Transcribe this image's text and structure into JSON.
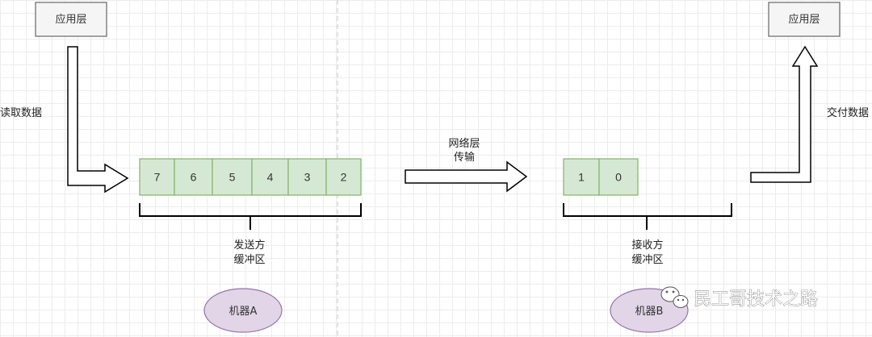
{
  "app_box_left": "应用层",
  "app_box_right": "应用层",
  "read_label": "读取数据",
  "deliver_label": "交付数据",
  "network_label": [
    "网络层",
    "传输"
  ],
  "sender_cells": [
    "7",
    "6",
    "5",
    "4",
    "3",
    "2"
  ],
  "receiver_cells": [
    "1",
    "0"
  ],
  "sender_buffer_label": [
    "发送方",
    "缓冲区"
  ],
  "receiver_buffer_label": [
    "接收方",
    "缓冲区"
  ],
  "machine_a": "机器A",
  "machine_b": "机器B",
  "watermark": "民工哥技术之路",
  "colors": {
    "cell_fill": "#d5e8d4",
    "cell_stroke": "#82b366",
    "app_fill": "#f5f5f5",
    "app_stroke": "#666666",
    "ellipse_fill": "#e1d5e7",
    "ellipse_stroke": "#9673a6",
    "line": "#000000",
    "divider": "#c8c8c8"
  }
}
